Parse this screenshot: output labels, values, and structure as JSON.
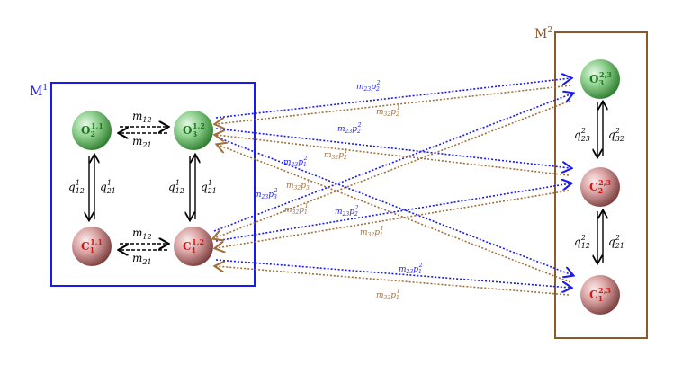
{
  "boxes": {
    "m1": {
      "label": "M",
      "sup": "1"
    },
    "m2": {
      "label": "M",
      "sup": "2"
    }
  },
  "nodes": {
    "o1": {
      "main": "O",
      "sub": "2",
      "sup": "1,1",
      "type": "O"
    },
    "o2": {
      "main": "O",
      "sub": "3",
      "sup": "1,2",
      "type": "O"
    },
    "c1": {
      "main": "C",
      "sub": "1",
      "sup": "1,1",
      "type": "C"
    },
    "c2": {
      "main": "C",
      "sub": "1",
      "sup": "1,2",
      "type": "C"
    },
    "o3": {
      "main": "O",
      "sub": "3",
      "sup": "2,3",
      "type": "O"
    },
    "c3": {
      "main": "C",
      "sub": "2",
      "sup": "2,3",
      "type": "C"
    },
    "c4": {
      "main": "C",
      "sub": "1",
      "sup": "2,3",
      "type": "C"
    }
  },
  "labels": {
    "m12_top": {
      "main": "m",
      "sub": "12"
    },
    "m21_top": {
      "main": "m",
      "sub": "21"
    },
    "m12_bot": {
      "main": "m",
      "sub": "12"
    },
    "m21_bot": {
      "main": "m",
      "sub": "21"
    },
    "q12_left": {
      "main": "q",
      "sub": "12",
      "sup": "1"
    },
    "q21_left": {
      "main": "q",
      "sub": "21",
      "sup": "1"
    },
    "q12_mid": {
      "main": "q",
      "sub": "12",
      "sup": "1"
    },
    "q21_mid": {
      "main": "q",
      "sub": "21",
      "sup": "1"
    },
    "q23_right": {
      "main": "q",
      "sub": "23",
      "sup": "2"
    },
    "q32_right": {
      "main": "q",
      "sub": "32",
      "sup": "2"
    },
    "q12_right": {
      "main": "q",
      "sub": "12",
      "sup": "2"
    },
    "q21_right": {
      "main": "q",
      "sub": "21",
      "sup": "2"
    },
    "b1": {
      "text": "m",
      "sub": "23",
      "mid": "p",
      "sub2": "2",
      "sup2": "2"
    },
    "n1": {
      "text": "m",
      "sub": "32",
      "mid": "p",
      "sub2": "2",
      "sup2": "1"
    },
    "b2": {
      "text": "m",
      "sub": "23",
      "mid": "p",
      "sub2": "2",
      "sup2": "2"
    },
    "n2": {
      "text": "m",
      "sub": "32",
      "mid": "p",
      "sub2": "2",
      "sup2": "1"
    },
    "b3": {
      "text": "m",
      "sub": "23",
      "mid": "p",
      "sub2": "1",
      "sup2": "2"
    },
    "b4": {
      "text": "m",
      "sub": "23",
      "mid": "p",
      "sub2": "3",
      "sup2": "2"
    },
    "n3": {
      "text": "m",
      "sub": "32",
      "mid": "p",
      "sub2": "3",
      "sup2": "1"
    },
    "n4": {
      "text": "m",
      "sub": "32",
      "mid": "p",
      "sub2": "1",
      "sup2": "1"
    },
    "b5": {
      "text": "m",
      "sub": "23",
      "mid": "p",
      "sub2": "2",
      "sup2": "2"
    },
    "n5": {
      "text": "m",
      "sub": "32",
      "mid": "p",
      "sub2": "1",
      "sup2": "1"
    },
    "b6": {
      "text": "m",
      "sub": "23",
      "mid": "p",
      "sub2": "1",
      "sup2": "2"
    },
    "n6": {
      "text": "m",
      "sub": "32",
      "mid": "p",
      "sub2": "1",
      "sup2": "1"
    }
  },
  "colors": {
    "box1": "#1a1aee",
    "box2": "#8b5a2b",
    "blue_arrow": "#1a1aee",
    "brown_arrow": "#a0703c",
    "o_node": "#6bbf6b",
    "c_node": "#c98a8a",
    "o_text": "#1a7a1a",
    "c_text": "#e01010"
  }
}
